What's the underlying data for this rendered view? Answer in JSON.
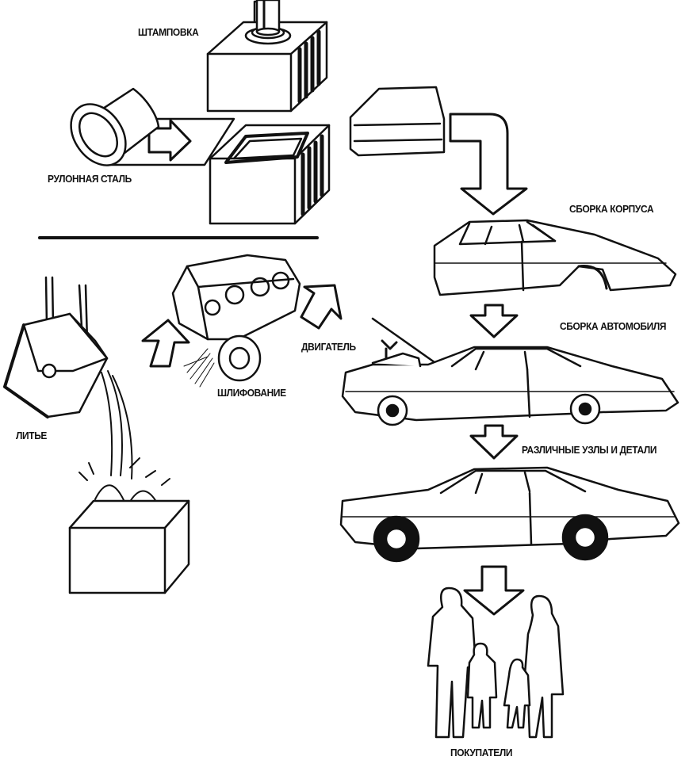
{
  "labels": {
    "stamping": "ШТАМПОВКА",
    "coil_steel": "РУЛОННАЯ СТАЛЬ",
    "body_assembly": "СБОРКА КОРПУСА",
    "car_assembly": "СБОРКА АВТОМОБИЛЯ",
    "engine": "ДВИГАТЕЛЬ",
    "grinding": "ШЛИФОВАНИЕ",
    "casting": "ЛИТЬЕ",
    "parts": "РАЗЛИЧНЫЕ УЗЛЫ И ДЕТАЛИ",
    "buyers": "ПОКУПАТЕЛИ"
  },
  "colors": {
    "ink": "#111111",
    "paper": "#ffffff"
  },
  "icons": [
    "press-icon",
    "steel-coil-icon",
    "door-panel-icon",
    "engine-block-icon",
    "grinding-wheel-icon",
    "ladle-icon",
    "ingot-icon",
    "car-body-icon",
    "car-assembly-icon",
    "finished-car-icon",
    "family-icon"
  ]
}
